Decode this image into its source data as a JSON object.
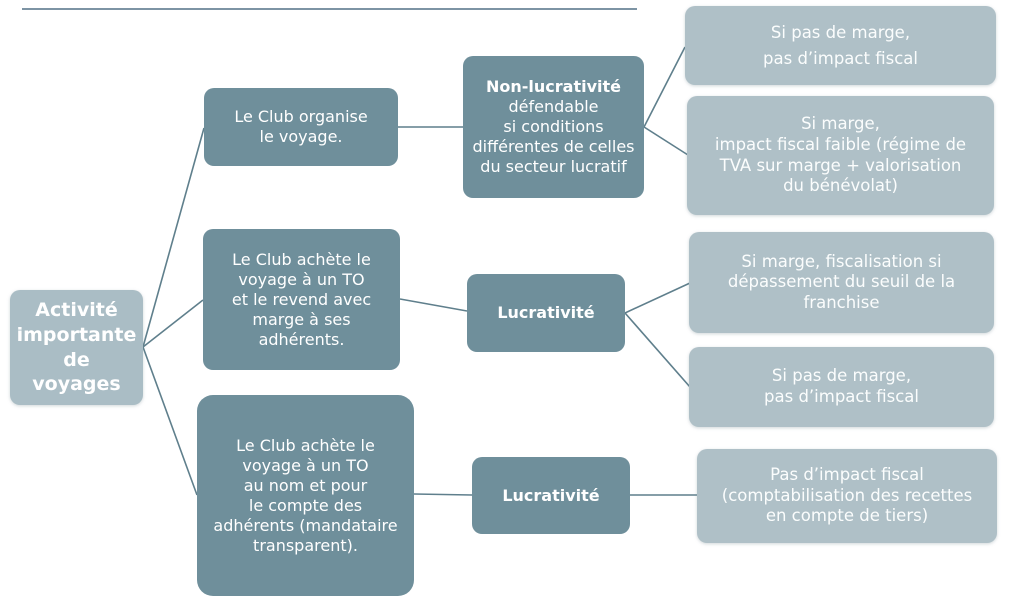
{
  "root": {
    "lines": [
      "Activité",
      "importante",
      "de",
      "voyages"
    ]
  },
  "branches": [
    {
      "case_lines": [
        "Le Club organise",
        "le voyage."
      ],
      "qualification": {
        "title": "Non-lucrativité",
        "lines": [
          "défendable",
          "si conditions",
          "différentes de celles",
          "du secteur lucratif"
        ]
      },
      "outcomes": [
        {
          "lines": [
            "Si pas de marge,",
            "pas d’impact fiscal"
          ]
        },
        {
          "lines": [
            "Si marge,",
            "impact fiscal faible (régime de",
            "TVA sur marge + valorisation",
            "du bénévolat)"
          ]
        }
      ]
    },
    {
      "case_lines": [
        "Le Club achète le",
        "voyage à un TO",
        "et le revend avec",
        "marge à ses",
        "adhérents."
      ],
      "qualification": {
        "title": "Lucrativité",
        "lines": []
      },
      "outcomes": [
        {
          "lines": [
            "Si marge, fiscalisation si",
            "dépassement du seuil de la",
            "franchise"
          ]
        },
        {
          "lines": [
            "Si pas de marge,",
            "pas d’impact fiscal"
          ]
        }
      ]
    },
    {
      "case_lines": [
        "Le Club achète le",
        "voyage à un TO",
        "au nom et pour",
        "le compte des",
        "adhérents (mandataire",
        "transparent)."
      ],
      "qualification": {
        "title": "Lucrativité",
        "lines": []
      },
      "outcomes": [
        {
          "lines": [
            "Pas d’impact fiscal",
            "(comptabilisation des recettes",
            "en compte de tiers)"
          ]
        }
      ]
    }
  ],
  "colors": {
    "dark": "#6f8f9b",
    "light": "#afc0c7",
    "root": "#aabdc5",
    "connector": "#5f7f8c"
  }
}
